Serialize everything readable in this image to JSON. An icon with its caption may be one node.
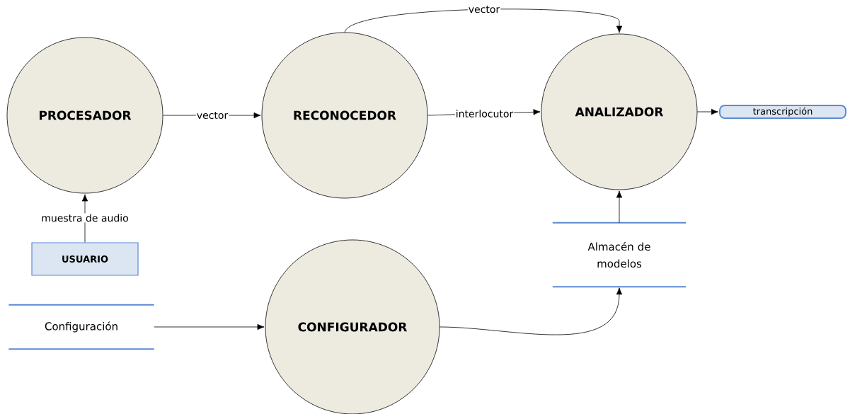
{
  "diagram": {
    "nodes": [
      {
        "text": [
          "PROCESADOR"
        ]
      },
      {
        "text": [
          "RECONOCEDOR"
        ]
      },
      {
        "text": [
          "ANALIZADOR"
        ]
      },
      {
        "text": [
          "transcripción"
        ]
      },
      {
        "text": [
          "USUARIO"
        ]
      },
      {
        "text": [
          "Configuración"
        ]
      },
      {
        "text": [
          "CONFIGURADOR"
        ]
      },
      {
        "text": [
          "Almacén de modelos"
        ]
      }
    ],
    "edges": [
      {
        "from": 0,
        "to": 1,
        "arrow": "to",
        "label": "vector"
      },
      {
        "from": 1,
        "to": 2,
        "arrow": "to",
        "label": "interlocutor"
      },
      {
        "from": 1,
        "to": 2,
        "arrow": "to",
        "label": "vector"
      },
      {
        "from": 2,
        "to": 3,
        "arrow": "to"
      },
      {
        "from": 4,
        "to": 0,
        "arrow": "to",
        "label": "muestra de audio"
      },
      {
        "from": 5,
        "to": 6,
        "arrow": "to"
      },
      {
        "from": 6,
        "to": 7,
        "arrow": "to"
      },
      {
        "from": 7,
        "to": 2,
        "arrow": "to"
      }
    ]
  }
}
